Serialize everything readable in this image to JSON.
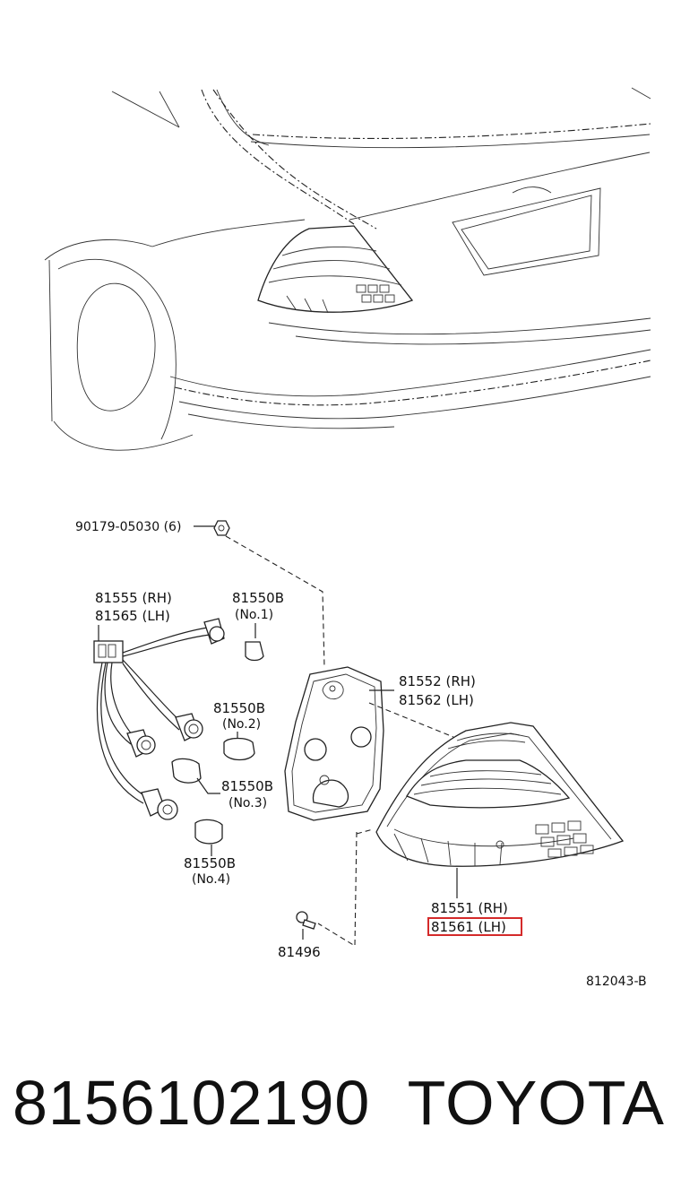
{
  "diagram": {
    "callouts": {
      "nut": "90179-05030 (6)",
      "wire_rh": "81555 (RH)",
      "wire_lh": "81565 (LH)",
      "bulb_1_code": "81550B",
      "bulb_1_no": "(No.1)",
      "bulb_2_code": "81550B",
      "bulb_2_no": "(No.2)",
      "bulb_3_code": "81550B",
      "bulb_3_no": "(No.3)",
      "bulb_4_code": "81550B",
      "bulb_4_no": "(No.4)",
      "gasket_rh": "81552 (RH)",
      "gasket_lh": "81562 (LH)",
      "lamp_rh": "81551 (RH)",
      "lamp_lh": "81561 (LH)",
      "clip": "81496",
      "figure_ref": "812043-B"
    },
    "highlight_color": "#d42a2a"
  },
  "footer": {
    "part_number": "8156102190",
    "brand": "TOYOTA"
  }
}
